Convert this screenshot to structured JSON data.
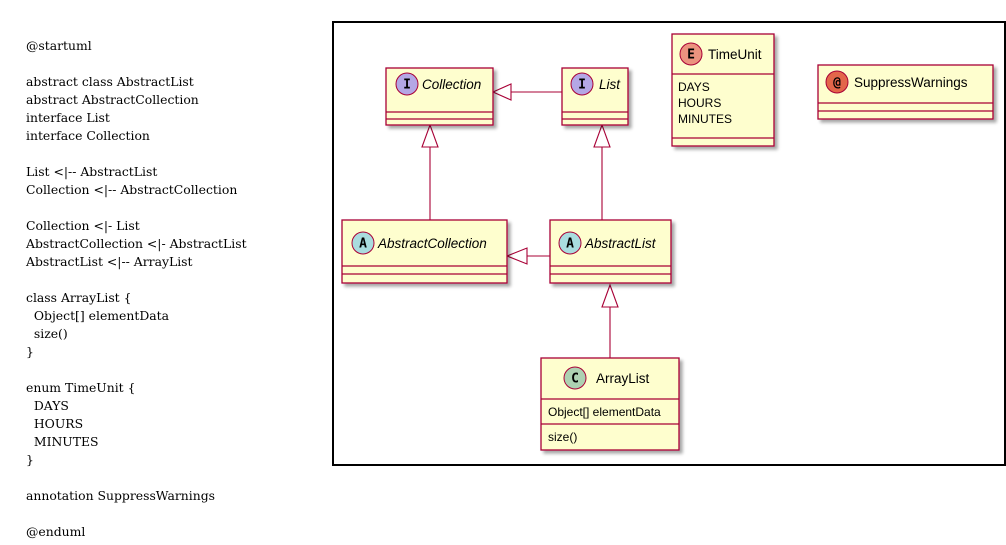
{
  "source_code": [
    "@startuml",
    "",
    "abstract class AbstractList",
    "abstract AbstractCollection",
    "interface List",
    "interface Collection",
    "",
    "List <|-- AbstractList",
    "Collection <|-- AbstractCollection",
    "",
    "Collection <|- List",
    "AbstractCollection <|- AbstractList",
    "AbstractList <|-- ArrayList",
    "",
    "class ArrayList {",
    "  Object[] elementData",
    "  size()",
    "}",
    "",
    "enum TimeUnit {",
    "  DAYS",
    "  HOURS",
    "  MINUTES",
    "}",
    "",
    "annotation SuppressWarnings",
    "",
    "@enduml"
  ],
  "colors": {
    "box_fill": "#FEFECE",
    "box_border": "#A80036",
    "interface_badge": "#B4A7E5",
    "abstract_badge": "#A9DCDF",
    "class_badge": "#ADD1B2",
    "enum_badge": "#EB937F",
    "annotation_badge": "#E3664A"
  },
  "diagram": {
    "classes": {
      "collection": {
        "letter": "I",
        "name": "Collection",
        "kind": "interface"
      },
      "list": {
        "letter": "I",
        "name": "List",
        "kind": "interface"
      },
      "timeunit": {
        "letter": "E",
        "name": "TimeUnit",
        "kind": "enum",
        "values": [
          "DAYS",
          "HOURS",
          "MINUTES"
        ]
      },
      "suppresswarnings": {
        "letter": "@",
        "name": "SuppressWarnings",
        "kind": "annotation"
      },
      "abstractcollection": {
        "letter": "A",
        "name": "AbstractCollection",
        "kind": "abstract"
      },
      "abstractlist": {
        "letter": "A",
        "name": "AbstractList",
        "kind": "abstract"
      },
      "arraylist": {
        "letter": "C",
        "name": "ArrayList",
        "kind": "class",
        "field": "Object[] elementData",
        "method": "size()"
      }
    }
  }
}
